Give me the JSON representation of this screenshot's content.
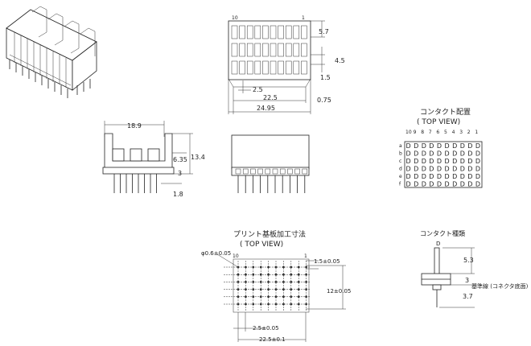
{
  "views": {
    "top_dims": {
      "pin_left": "10",
      "pin_right": "1",
      "d1": "5.7",
      "d2": "4.5",
      "d3": "1.5",
      "d4": "2.5",
      "d5": "22.5",
      "d6": "0.75",
      "d7": "24.95"
    },
    "side_dims": {
      "width": "18.9",
      "height": "13.4",
      "d1": "6.35",
      "d2": "3",
      "d3": "1.8"
    },
    "contact_layout": {
      "title": "コンタクト配置",
      "subtitle": "( TOP VIEW)",
      "columns": [
        "10",
        "9",
        "8",
        "7",
        "6",
        "5",
        "4",
        "3",
        "2",
        "1"
      ],
      "rows": [
        "a",
        "b",
        "c",
        "d",
        "e",
        "f"
      ],
      "cell_letter": "D"
    },
    "pcb": {
      "title": "プリント基板加工寸法",
      "subtitle": "( TOP VIEW)",
      "pin_left": "10",
      "pin_right": "1",
      "hole": "φ0.6±0.05",
      "dim_top": "1.5±0.05",
      "dim_right": "12±0.05",
      "dim_pitch": "2.5±0.05",
      "dim_total": "22.5±0.1"
    },
    "contact_type": {
      "title": "コンタクト種類",
      "label": "D",
      "d1": "5.3",
      "d2": "3",
      "d3": "3.7",
      "ref_line": "基準線 (コネクタ底面)"
    }
  }
}
